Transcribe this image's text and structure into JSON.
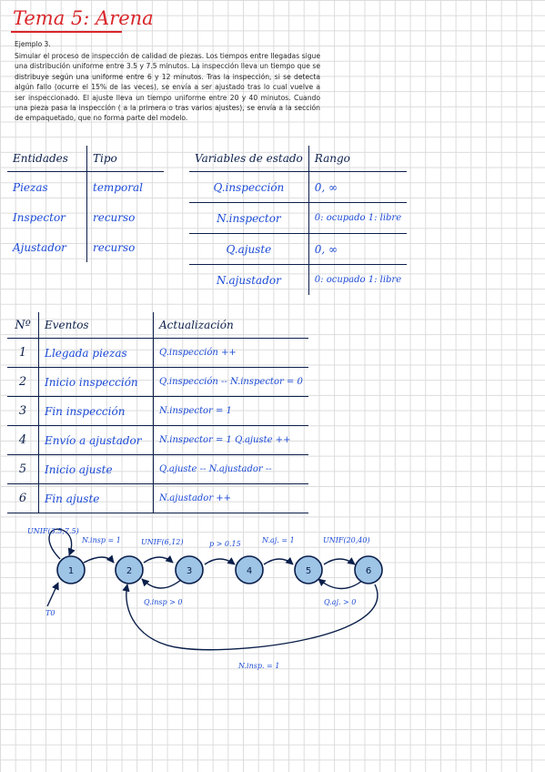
{
  "title": "Tema 5: Arena",
  "example": {
    "label": "Ejemplo 3.",
    "text": "Simular el proceso de inspección de calidad de piezas. Los tiempos entre llegadas sigue una distribución uniforme entre 3.5 y 7.5 minutos. La inspección lleva un tiempo que se distribuye según una uniforme entre 6 y 12 minutos. Tras la inspección, si se detecta algún fallo (ocurre el 15% de las veces), se envía a ser ajustado tras lo cual vuelve a ser inspeccionado. El ajuste lleva un tiempo uniforme entre 20 y 40 minutos. Cuando una pieza pasa la inspección ( a la primera o tras varios ajustes), se envía a la sección de empaquetado, que no forma parte del modelo."
  },
  "entities": {
    "headers": [
      "Entidades",
      "Tipo"
    ],
    "rows": [
      {
        "name": "Piezas",
        "type": "temporal"
      },
      {
        "name": "Inspector",
        "type": "recurso"
      },
      {
        "name": "Ajustador",
        "type": "recurso"
      }
    ]
  },
  "state_vars": {
    "headers": [
      "Variables de estado",
      "Rango"
    ],
    "rows": [
      {
        "name": "Q.inspección",
        "range": "0, ∞"
      },
      {
        "name": "N.inspector",
        "range": "0: ocupado 1: libre"
      },
      {
        "name": "Q.ajuste",
        "range": "0, ∞"
      },
      {
        "name": "N.ajustador",
        "range": "0: ocupado 1: libre"
      }
    ]
  },
  "events": {
    "headers": [
      "Nº",
      "Eventos",
      "Actualización"
    ],
    "rows": [
      {
        "n": "1",
        "event": "Llegada piezas",
        "update": "Q.inspección ++"
      },
      {
        "n": "2",
        "event": "Inicio inspección",
        "update": "Q.inspección -- N.inspector = 0"
      },
      {
        "n": "3",
        "event": "Fin inspección",
        "update": "N.inspector = 1"
      },
      {
        "n": "4",
        "event": "Envío a ajustador",
        "update": "N.inspector = 1 Q.ajuste ++"
      },
      {
        "n": "5",
        "event": "Inicio ajuste",
        "update": "Q.ajuste -- N.ajustador --"
      },
      {
        "n": "6",
        "event": "Fin ajuste",
        "update": "N.ajustador ++"
      }
    ]
  },
  "graph": {
    "nodes": [
      "1",
      "2",
      "3",
      "4",
      "5",
      "6"
    ],
    "labels": {
      "self_loop_1": "UNIF(3.5,7.5)",
      "edge_1_2": "N.insp = 1",
      "edge_2_3": "UNIF(6,12)",
      "edge_3_4": "p > 0.15",
      "edge_4_5": "N.aj. = 1",
      "edge_5_6": "UNIF(20,40)",
      "edge_3_2": "Q.insp > 0",
      "edge_6_5": "Q.aj. > 0",
      "edge_6_2": "N.insp. = 1",
      "init": "T0"
    },
    "ink_color": "#0b1f4a",
    "label_color": "#1b4ad6",
    "node_fill": "#9ec4e6"
  }
}
